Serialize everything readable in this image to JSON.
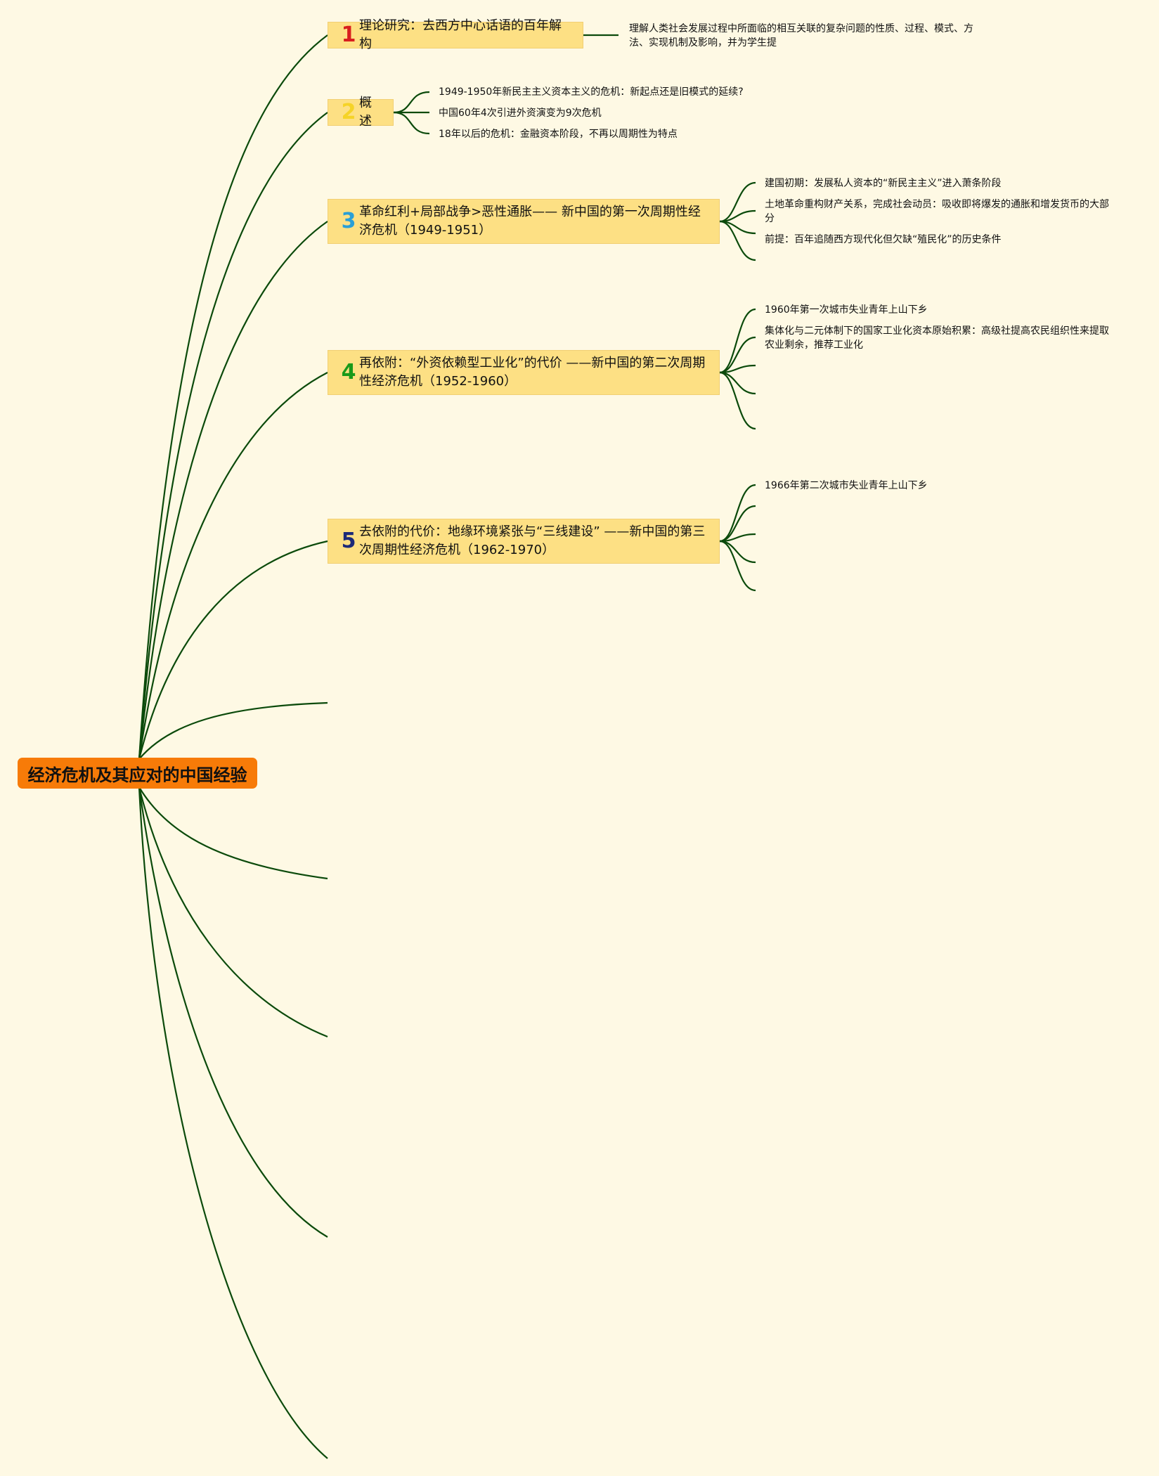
{
  "root": {
    "title": "经济危机及其应对的中国经验"
  },
  "topics": [
    {
      "num": "1",
      "num_color": "#d81e1e",
      "title": "理论研究：去西方中心话语的百年解构",
      "children": [
        "理解人类社会发展过程中所面临的相互关联的复杂问题的性质、过程、模式、方法、实现机制及影响，并为学生提"
      ]
    },
    {
      "num": "2",
      "num_color": "#f5d327",
      "title": "概述",
      "children": [
        "1949-1950年新民主主义资本主义的危机：新起点还是旧模式的延续?",
        "中国60年4次引进外资演变为9次危机",
        "18年以后的危机：金融资本阶段，不再以周期性为特点"
      ]
    },
    {
      "num": "3",
      "num_color": "#2a9fd6",
      "title": "革命红利+局部战争>恶性通胀—— 新中国的第一次周期性经济危机（1949-1951）",
      "children": [
        "建国初期：发展私人资本的“新民主主义”进入萧条阶段",
        "土地革命重构财产关系，完成社会动员：吸收即将爆发的通胀和增发货币的大部分",
        "前提：百年追随西方现代化但欠缺“殖民化”的历史条件"
      ]
    },
    {
      "num": "4",
      "num_color": "#1a9a1a",
      "title": "再依附：“外资依赖型工业化”的代价 ——新中国的第二次周期性经济危机（1952-1960）",
      "children": [
        "1960年第一次城市失业青年上山下乡",
        "集体化与二元体制下的国家工业化资本原始积累：高级社提高农民组织性来提取农业剩余，推荐工业化",
        "",
        "",
        ""
      ]
    },
    {
      "num": "5",
      "num_color": "#1c2a78",
      "title": "去依附的代价：地缘环境紧张与“三线建设” ——新中国的第三次周期性经济危机（1962-1970）",
      "children": [
        "1966年第二次城市失业青年上山下乡",
        "",
        "",
        "",
        ""
      ]
    }
  ],
  "colors": {
    "background": "#fef9e4",
    "root_fill": "#f77b08",
    "topic_fill": "#fde084",
    "connector": "#0b4a0b"
  }
}
